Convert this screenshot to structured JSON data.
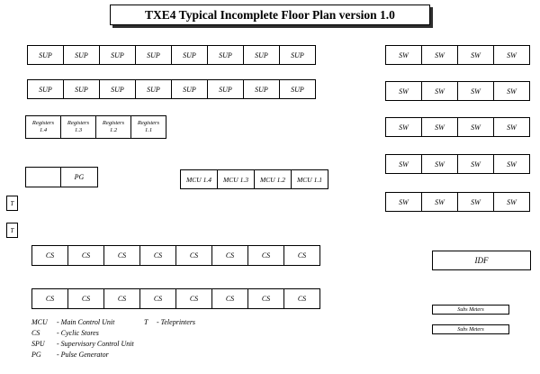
{
  "title": "TXE4 Typical Incomplete Floor Plan version 1.0",
  "labels": {
    "sup": "SUP",
    "sw": "SW",
    "cs": "CS",
    "pg": "PG",
    "t": "T",
    "idf": "IDF",
    "subs_meters": "Subs Meters"
  },
  "registers": [
    {
      "line1": "Registers",
      "line2": "1.4"
    },
    {
      "line1": "Registers",
      "line2": "1.3"
    },
    {
      "line1": "Registers",
      "line2": "1.2"
    },
    {
      "line1": "Registers",
      "line2": "1.1"
    }
  ],
  "mcu": [
    "MCU 1.4",
    "MCU 1.3",
    "MCU 1.2",
    "MCU 1.1"
  ],
  "legend": [
    {
      "abbr": "MCU",
      "desc": "- Main Control Unit"
    },
    {
      "abbr": "CS",
      "desc": "- Cyclic Stores"
    },
    {
      "abbr": "SPU",
      "desc": "- Supervisory Control Unit"
    },
    {
      "abbr": "PG",
      "desc": "- Pulse Generator"
    }
  ],
  "legend_t": {
    "abbr": "T",
    "desc": "- Teleprinters"
  }
}
